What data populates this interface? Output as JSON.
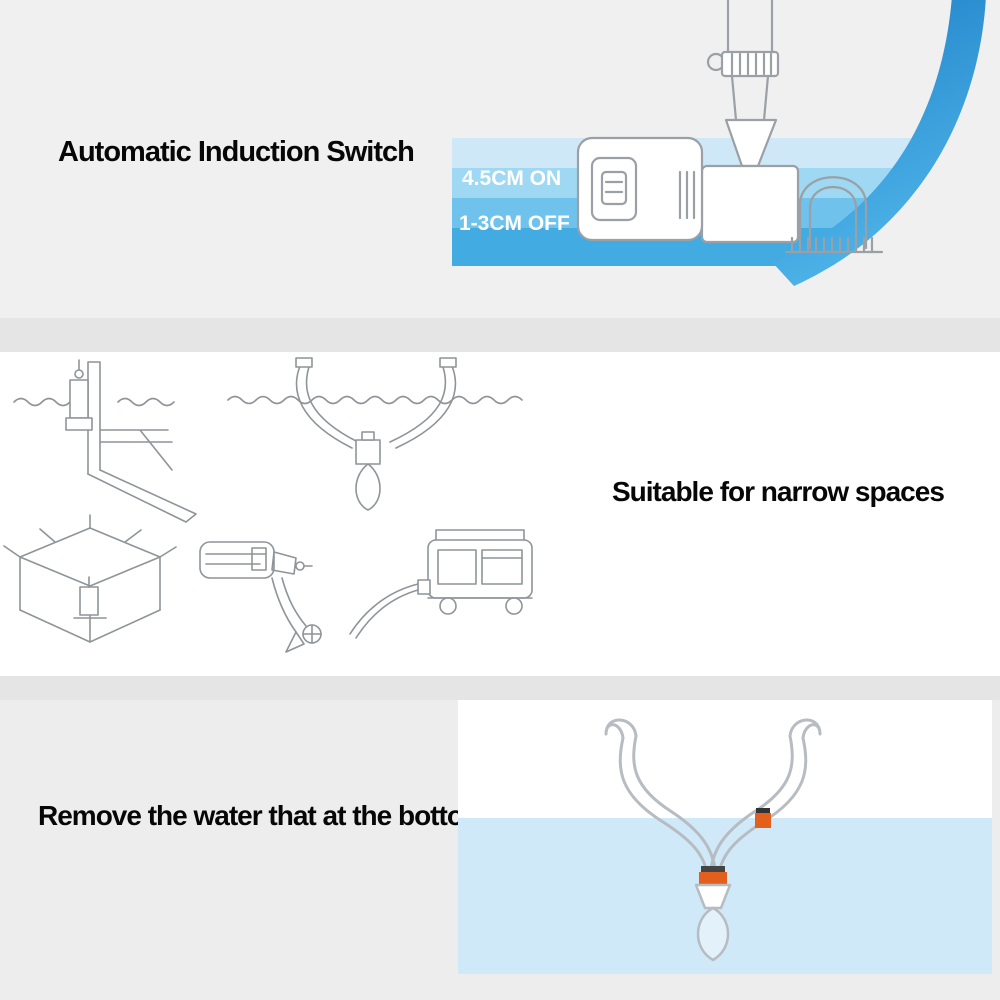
{
  "sections": [
    {
      "id": "automatic-induction-switch",
      "title": "Automatic Induction Switch",
      "water_labels": {
        "on": "4.5CM ON",
        "off": "1-3CM OFF"
      }
    },
    {
      "id": "narrow-spaces",
      "title": "Suitable for narrow spaces"
    },
    {
      "id": "bottom-water",
      "title": "Remove the water that at the bottom"
    }
  ],
  "colors": {
    "water_stripes": [
      "#cfe8f7",
      "#9ed8f3",
      "#6ec2ec",
      "#41abe2"
    ],
    "hull_dark": "#1d7ec6",
    "hull_light": "#4fb5e9",
    "bottom_water": "#cfe9f8",
    "bulb_fill": "#e3f1fa",
    "clamp_orange": "#e2601c",
    "line_art_gray": "#9aa0a5",
    "title_text": "#070707",
    "label_text": "#ffffff"
  }
}
